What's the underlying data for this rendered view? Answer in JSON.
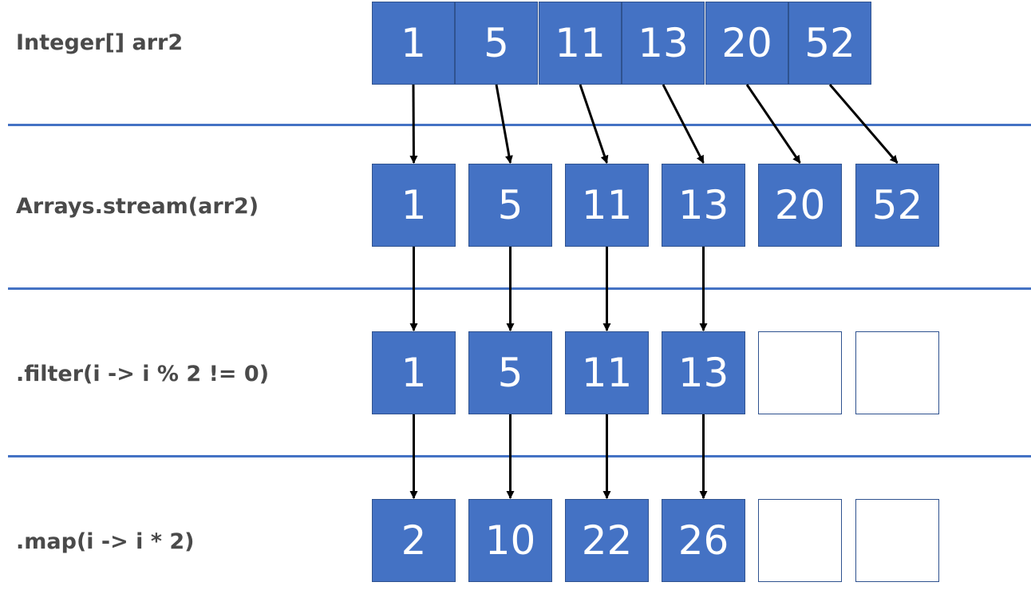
{
  "rows": [
    {
      "label": "Integer[] arr2",
      "cells": [
        "1",
        "5",
        "11",
        "13",
        "20",
        "52"
      ]
    },
    {
      "label": "Arrays.stream(arr2)",
      "cells": [
        "1",
        "5",
        "11",
        "13",
        "20",
        "52"
      ]
    },
    {
      "label": ".filter(i -> i % 2 != 0)",
      "cells": [
        "1",
        "5",
        "11",
        "13",
        "",
        ""
      ]
    },
    {
      "label": ".map(i -> i * 2)",
      "cells": [
        "2",
        "10",
        "22",
        "26",
        "",
        ""
      ]
    }
  ],
  "colors": {
    "cell_fill": "#4472c4",
    "cell_border": "#2f528f",
    "divider": "#4472c4",
    "arrow": "#000000",
    "label_text": "#4a4a4a"
  }
}
